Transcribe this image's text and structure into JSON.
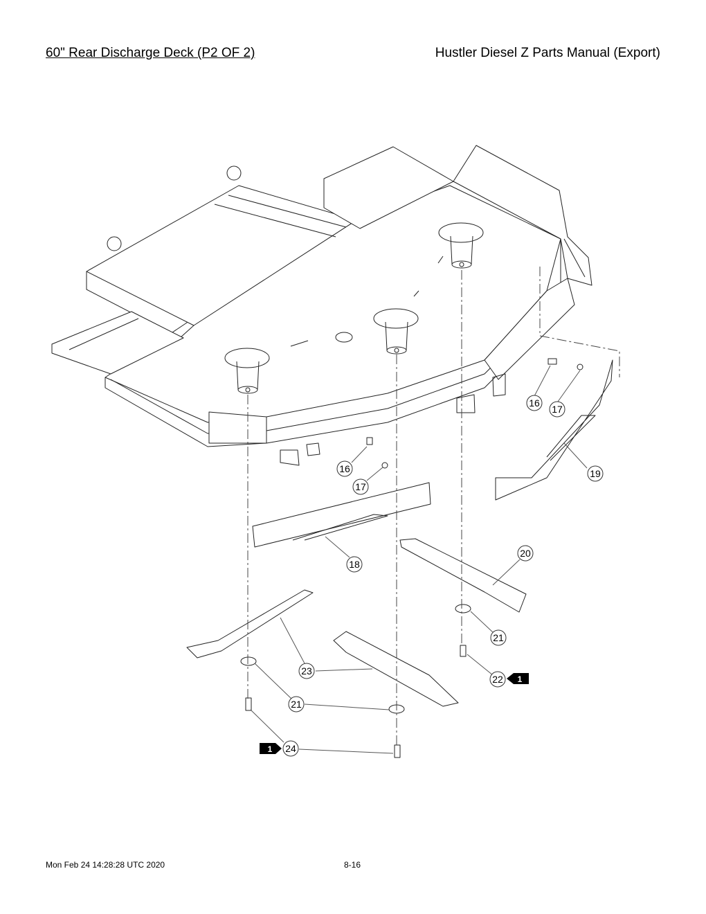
{
  "header": {
    "title": "60\" Rear Discharge Deck (P2 OF 2)",
    "manual": "Hustler Diesel Z Parts Manual (Export)"
  },
  "footer": {
    "timestamp": "Mon Feb 24 14:28:28 UTC 2020",
    "page": "8-16"
  },
  "callouts": {
    "c16a": "16",
    "c17a": "17",
    "c19": "19",
    "c16b": "16",
    "c17b": "17",
    "c18": "18",
    "c20": "20",
    "c21a": "21",
    "c22": "22",
    "c23": "23",
    "c21b": "21",
    "c24": "24"
  },
  "flags": {
    "f22": "1",
    "f24": "1"
  },
  "colors": {
    "line": "#222222",
    "leader": "#555555"
  }
}
